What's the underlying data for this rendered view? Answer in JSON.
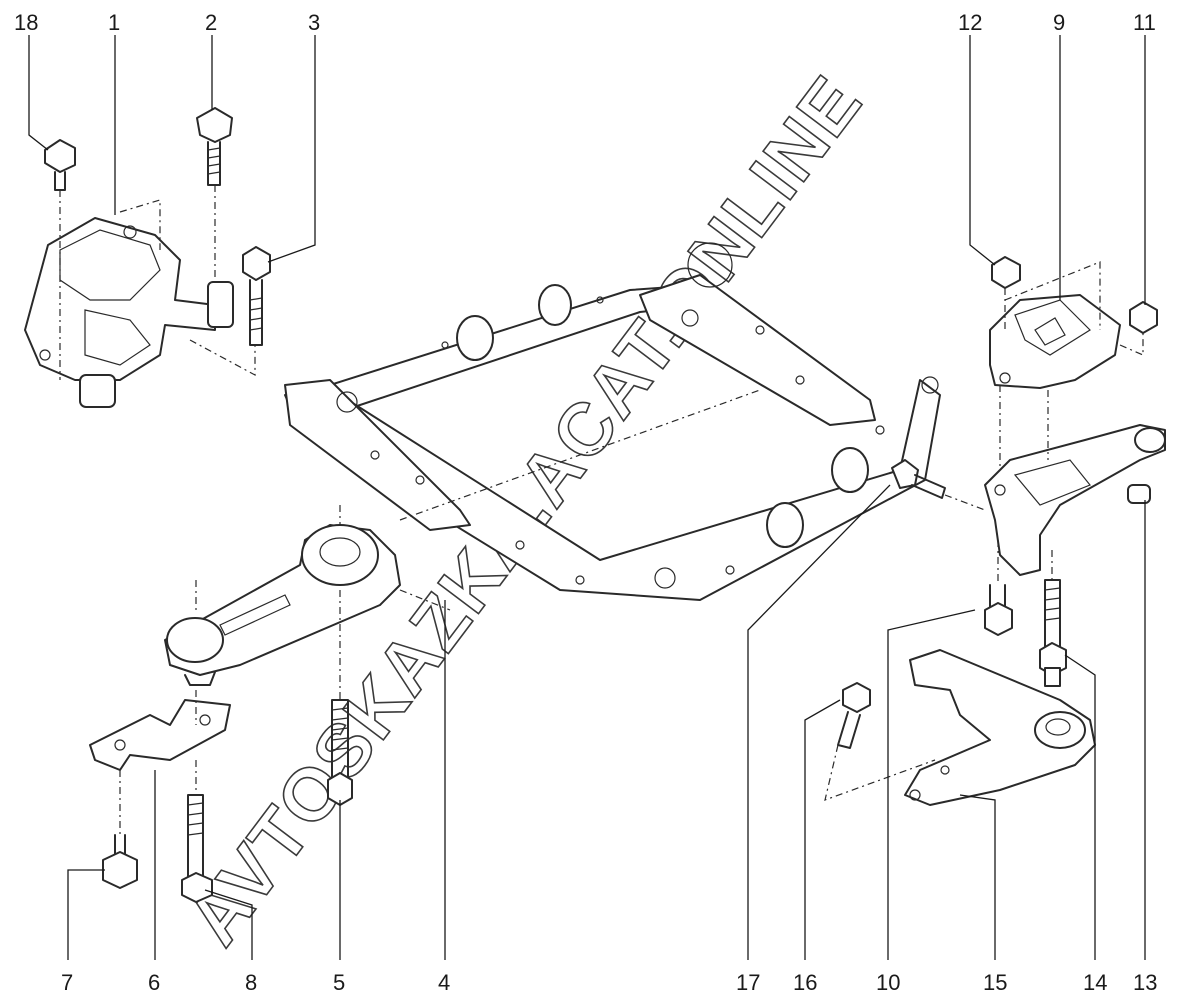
{
  "watermark": "AVTOSKAZKA.ACAT.ONLINE",
  "callouts": {
    "c1": "1",
    "c2": "2",
    "c3": "3",
    "c4": "4",
    "c5": "5",
    "c6": "6",
    "c7": "7",
    "c8": "8",
    "c9": "9",
    "c10": "10",
    "c11": "11",
    "c12": "12",
    "c13": "13",
    "c14": "14",
    "c15": "15",
    "c16": "16",
    "c17": "17",
    "c18": "18"
  }
}
